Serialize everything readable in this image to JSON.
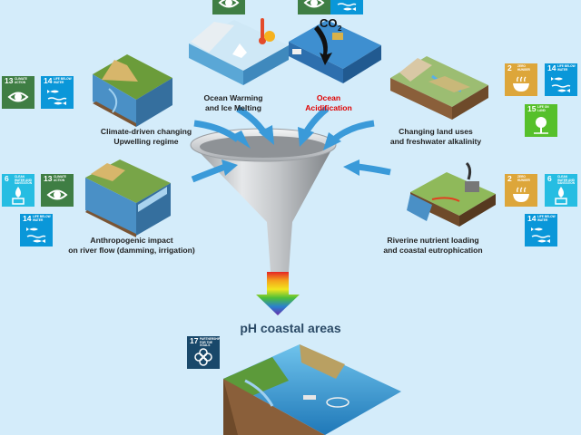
{
  "title": "pH coastal areas",
  "co2_label": "CO",
  "co2_subscript": "2",
  "drivers": {
    "ocean_warming": [
      "Ocean Warming",
      "and Ice Melting"
    ],
    "ocean_acidification": [
      "Ocean",
      "Acidification"
    ],
    "upwelling": [
      "Climate-driven changing",
      "Upwelling regime"
    ],
    "land_use": [
      "Changing land uses",
      "and freshwater alkalinity"
    ],
    "anthropogenic": [
      "Anthropogenic impact",
      "on river flow (damming, irrigation)"
    ],
    "riverine": [
      "Riverine nutrient loading",
      "and coastal eutrophication"
    ]
  },
  "sdg": {
    "climate_action": {
      "num": "13",
      "name": "Climate Action",
      "icon": "eye-globe-icon",
      "color": "#3f7e44"
    },
    "life_below_water": {
      "num": "14",
      "name": "Life Below Water",
      "icon": "fish-icon",
      "color": "#0a97d9"
    },
    "zero_hunger": {
      "num": "2",
      "name": "Zero Hunger",
      "icon": "bowl-icon",
      "color": "#dda63a"
    },
    "life_on_land": {
      "num": "15",
      "name": "Life On Land",
      "icon": "tree-icon",
      "color": "#56c02b"
    },
    "clean_water": {
      "num": "6",
      "name": "Clean Water and Sanitation",
      "icon": "water-drop-icon",
      "color": "#26bde2"
    },
    "partnerships": {
      "num": "17",
      "name": "Partnerships for the Goals",
      "icon": "flower-rings-icon",
      "color": "#19486a"
    }
  },
  "colors": {
    "background": "#d4ecfa",
    "arrow": "#3a9ad9",
    "funnel": "#b9bcbf",
    "acidification_text": "#e00000",
    "title_text": "#2b4a66"
  }
}
